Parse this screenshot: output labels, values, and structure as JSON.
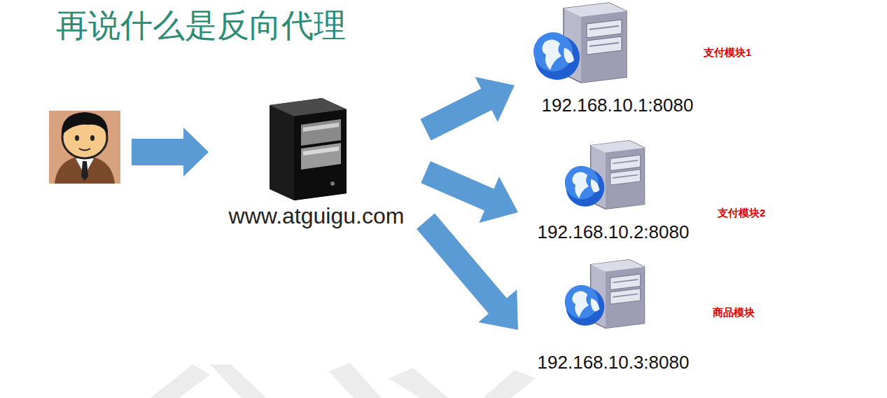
{
  "diagram": {
    "title": "再说什么是反向代理",
    "nodes": [
      {
        "text": [
          "www.atguigu.com"
        ]
      },
      {
        "text": [
          "192.168.10.1:8080",
          "支付模块1"
        ]
      },
      {
        "text": [
          "192.168.10.2:8080",
          "支付模块2"
        ]
      },
      {
        "text": [
          "192.168.10.3:8080",
          "商品模块"
        ]
      }
    ],
    "edges": [
      {
        "from": 0,
        "to": 1,
        "arrow": "to"
      },
      {
        "from": 0,
        "to": 2,
        "arrow": "to"
      },
      {
        "from": 0,
        "to": 3,
        "arrow": "to"
      }
    ]
  }
}
